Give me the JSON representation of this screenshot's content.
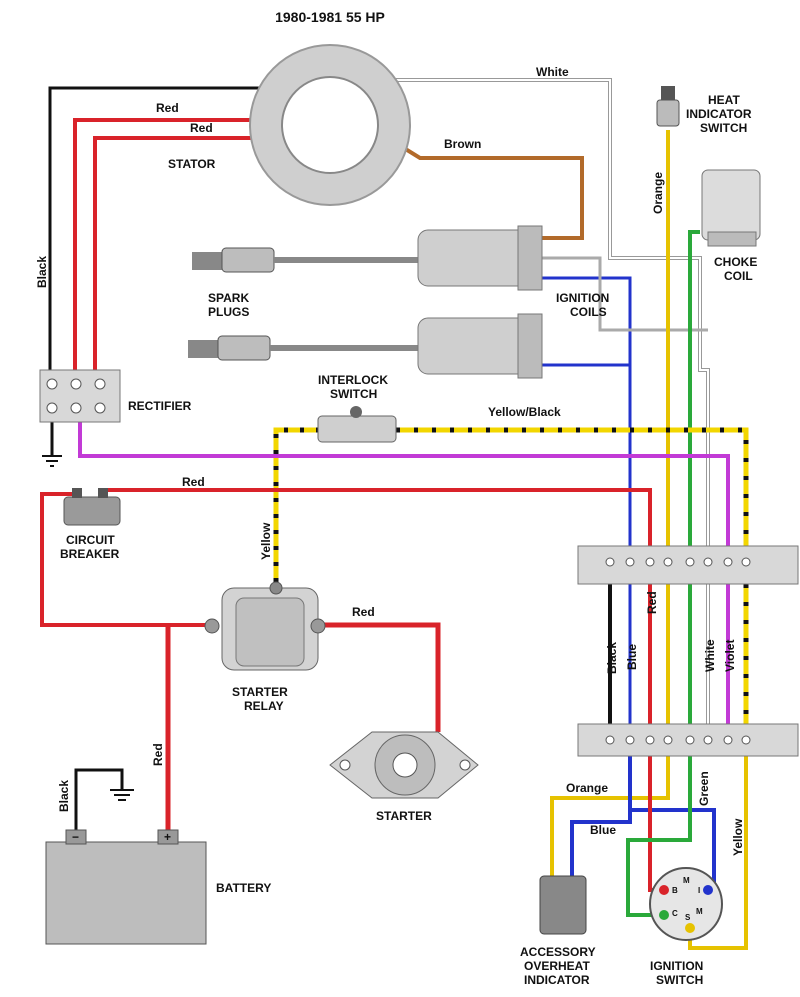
{
  "title": "1980-1981 55 HP",
  "components": {
    "stator": "STATOR",
    "spark_plugs_1": "SPARK",
    "spark_plugs_2": "PLUGS",
    "ignition_coils_1": "IGNITION",
    "ignition_coils_2": "COILS",
    "heat_indicator_1": "HEAT",
    "heat_indicator_2": "INDICATOR",
    "heat_indicator_3": "SWITCH",
    "choke_coil_1": "CHOKE",
    "choke_coil_2": "COIL",
    "rectifier": "RECTIFIER",
    "interlock_1": "INTERLOCK",
    "interlock_2": "SWITCH",
    "circuit_breaker_1": "CIRCUIT",
    "circuit_breaker_2": "BREAKER",
    "starter_relay_1": "STARTER",
    "starter_relay_2": "RELAY",
    "starter": "STARTER",
    "battery": "BATTERY",
    "accessory_1": "ACCESSORY",
    "accessory_2": "OVERHEAT",
    "accessory_3": "INDICATOR",
    "ignition_switch_1": "IGNITION",
    "ignition_switch_2": "SWITCH"
  },
  "wire_labels": {
    "white_top": "White",
    "red_1": "Red",
    "red_2": "Red",
    "brown": "Brown",
    "orange_top": "Orange",
    "black_left": "Black",
    "yellow_black": "Yellow/Black",
    "red_breaker": "Red",
    "yellow_vertical": "Yellow",
    "red_relay": "Red",
    "red_battery": "Red",
    "black_battery": "Black",
    "black_term": "Black",
    "blue_term": "Blue",
    "red_term": "Red",
    "white_term": "White",
    "violet_term": "Violet",
    "green": "Green",
    "yellow_right": "Yellow",
    "orange_bottom": "Orange",
    "blue_bottom": "Blue"
  },
  "switch_letters": {
    "b": "B",
    "m1": "M",
    "i": "I",
    "c": "C",
    "s": "S",
    "m2": "M"
  },
  "battery_terminals": {
    "neg": "−",
    "pos": "+"
  },
  "colors": {
    "red": "#d9232a",
    "blue": "#2233cc",
    "yellow": "#f2d600",
    "green": "#2aa93a",
    "violet": "#c23ad6",
    "orange": "#e07a2a",
    "brown": "#b26a2a",
    "black": "#111111",
    "white_wire": "#bfbfbf",
    "component_gray": "#cfcfcf"
  }
}
